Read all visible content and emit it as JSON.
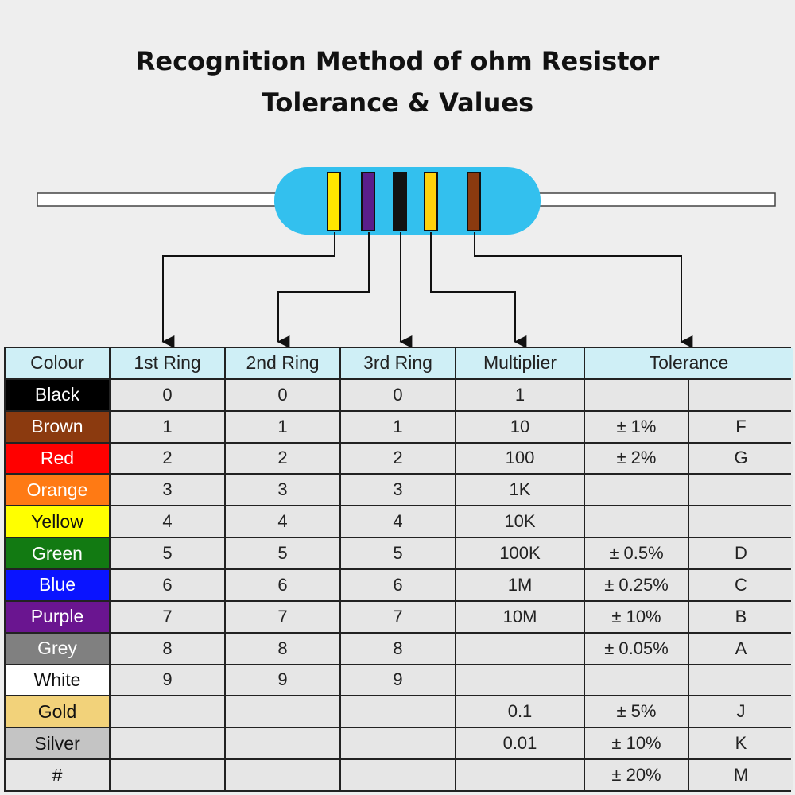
{
  "title": {
    "line1": "Recognition Method of ohm Resistor",
    "line2": "Tolerance & Values"
  },
  "resistor": {
    "body_color": "#33c0ee",
    "bands": [
      "#ffe600",
      "#5a1e8c",
      "#111111",
      "#ffd20a",
      "#8b3a0f"
    ]
  },
  "table": {
    "headers": [
      "Colour",
      "1st Ring",
      "2nd Ring",
      "3rd Ring",
      "Multiplier",
      "Tolerance"
    ],
    "rows": [
      {
        "colour": "Black",
        "bg": "#000000",
        "fg": "#ffffff",
        "r1": "0",
        "r2": "0",
        "r3": "0",
        "mult": "1",
        "tol": "",
        "code": ""
      },
      {
        "colour": "Brown",
        "bg": "#8b3a0f",
        "fg": "#ffffff",
        "r1": "1",
        "r2": "1",
        "r3": "1",
        "mult": "10",
        "tol": "± 1%",
        "code": "F"
      },
      {
        "colour": "Red",
        "bg": "#ff0000",
        "fg": "#ffffff",
        "r1": "2",
        "r2": "2",
        "r3": "2",
        "mult": "100",
        "tol": "± 2%",
        "code": "G"
      },
      {
        "colour": "Orange",
        "bg": "#ff7a14",
        "fg": "#ffffff",
        "r1": "3",
        "r2": "3",
        "r3": "3",
        "mult": "1K",
        "tol": "",
        "code": ""
      },
      {
        "colour": "Yellow",
        "bg": "#ffff00",
        "fg": "#111111",
        "r1": "4",
        "r2": "4",
        "r3": "4",
        "mult": "10K",
        "tol": "",
        "code": ""
      },
      {
        "colour": "Green",
        "bg": "#127a12",
        "fg": "#ffffff",
        "r1": "5",
        "r2": "5",
        "r3": "5",
        "mult": "100K",
        "tol": "± 0.5%",
        "code": "D"
      },
      {
        "colour": "Blue",
        "bg": "#0a14ff",
        "fg": "#ffffff",
        "r1": "6",
        "r2": "6",
        "r3": "6",
        "mult": "1M",
        "tol": "± 0.25%",
        "code": "C"
      },
      {
        "colour": "Purple",
        "bg": "#6a1590",
        "fg": "#ffffff",
        "r1": "7",
        "r2": "7",
        "r3": "7",
        "mult": "10M",
        "tol": "± 10%",
        "code": "B"
      },
      {
        "colour": "Grey",
        "bg": "#808080",
        "fg": "#ffffff",
        "r1": "8",
        "r2": "8",
        "r3": "8",
        "mult": "",
        "tol": "± 0.05%",
        "code": "A"
      },
      {
        "colour": "White",
        "bg": "#ffffff",
        "fg": "#111111",
        "r1": "9",
        "r2": "9",
        "r3": "9",
        "mult": "",
        "tol": "",
        "code": ""
      },
      {
        "colour": "Gold",
        "bg": "#f2d27a",
        "fg": "#111111",
        "r1": "",
        "r2": "",
        "r3": "",
        "mult": "0.1",
        "tol": "± 5%",
        "code": "J"
      },
      {
        "colour": "Silver",
        "bg": "#c4c4c4",
        "fg": "#111111",
        "r1": "",
        "r2": "",
        "r3": "",
        "mult": "0.01",
        "tol": "± 10%",
        "code": "K"
      },
      {
        "colour": "#",
        "bg": "#e6e6e6",
        "fg": "#111111",
        "r1": "",
        "r2": "",
        "r3": "",
        "mult": "",
        "tol": "± 20%",
        "code": "M"
      }
    ]
  }
}
